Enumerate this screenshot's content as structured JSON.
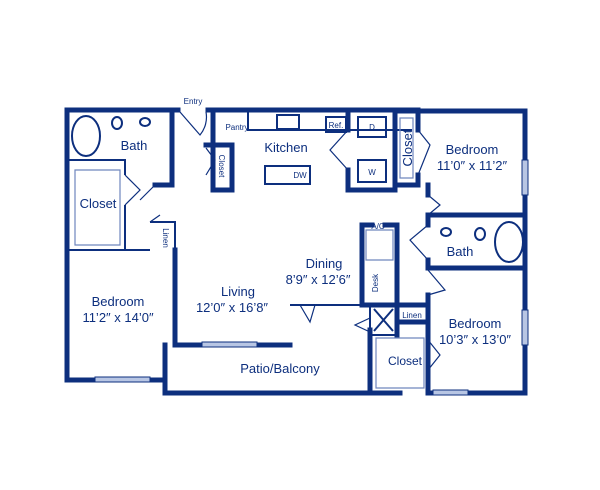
{
  "floor_plan": {
    "colors": {
      "wall": "#0d2f7e",
      "window": "#b8c6e4"
    },
    "rooms": {
      "entry": "Entry",
      "bath_1": "Bath",
      "closet_1": "Closet",
      "linen_1": "Linen",
      "pantry": "Pantry",
      "kitchen_closet": "Closet",
      "kitchen": "Kitchen",
      "dishwasher": "DW",
      "refrigerator": "Ref.",
      "dryer": "D",
      "washer": "W",
      "closet_2": "Closet",
      "bedroom_2": {
        "name": "Bedroom",
        "size": "11’0″ x 11’2″"
      },
      "ac": "A/C",
      "bath_2": "Bath",
      "desk": "Desk",
      "dining": {
        "name": "Dining",
        "size": "8’9″ x 12’6″"
      },
      "living": {
        "name": "Living",
        "size": "12’0″ x 16’8″"
      },
      "bedroom_1": {
        "name": "Bedroom",
        "size": "11’2″ x 14’0″"
      },
      "linen_2": "Linen",
      "bedroom_3": {
        "name": "Bedroom",
        "size": "10’3″ x 13’0″"
      },
      "closet_3": "Closet",
      "patio": "Patio/Balcony"
    }
  }
}
